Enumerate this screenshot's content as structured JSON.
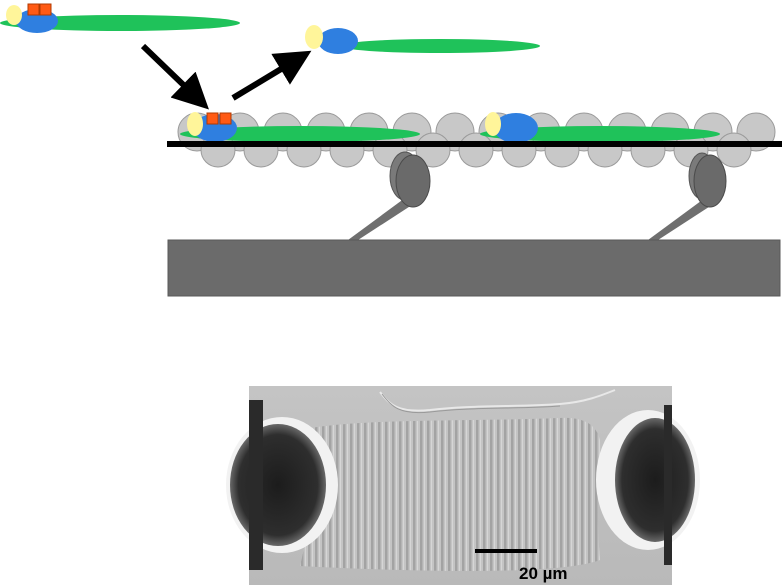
{
  "micrograph": {
    "scale_bar_label": "20 µm"
  },
  "colors": {
    "filament_green": "#1fc25a",
    "head_blue": "#2f7fe0",
    "light_chain_yellow": "#fff59a",
    "phosphate_orange": "#ff5a14",
    "actin_gray": "#c8c8c8",
    "stalk_gray": "#6f6f6f",
    "thick_filament_gray": "#6b6b6b",
    "arrow_black": "#000000"
  },
  "icons": {
    "transition_arrow_in": "arrow-down-right",
    "transition_arrow_out": "arrow-up-right"
  }
}
